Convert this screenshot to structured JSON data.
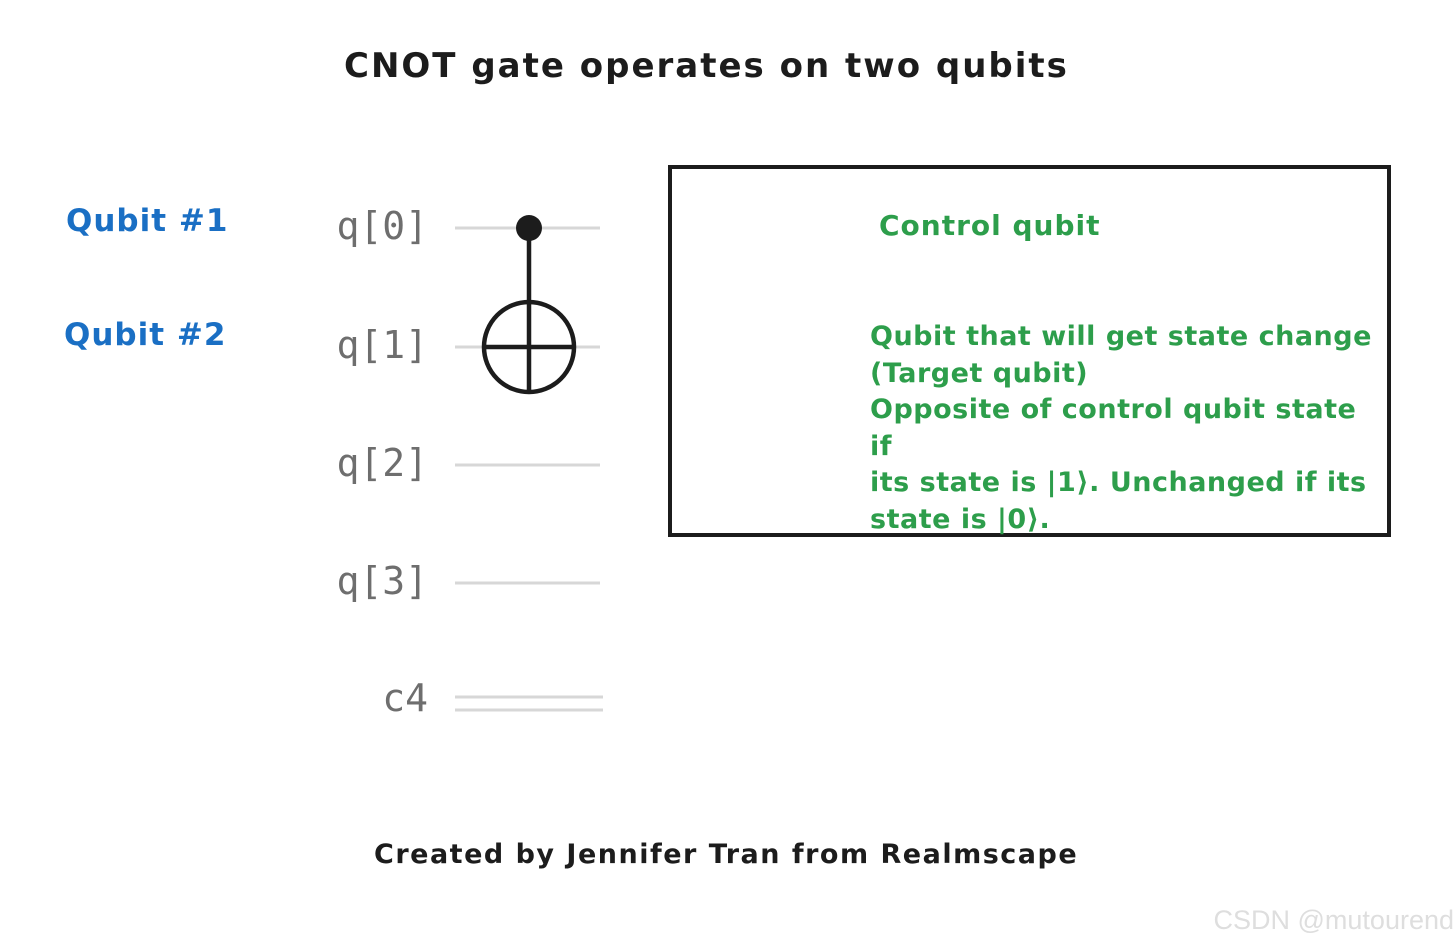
{
  "title": "CNOT gate operates on two qubits",
  "colors": {
    "blue": "#1a6fc4",
    "green": "#2d9e4b",
    "wire_gray": "#d7d7d7",
    "label_gray": "#6e6e6e",
    "ink": "#1c1c1c",
    "watermark_gray": "#dedede"
  },
  "left_labels": [
    {
      "text": "Qubit #1"
    },
    {
      "text": "Qubit #2"
    }
  ],
  "circuit": {
    "wire_labels": [
      "q[0]",
      "q[1]",
      "q[2]",
      "q[3]"
    ],
    "classical_label": "c4",
    "gate": "CNOT"
  },
  "annotations": {
    "control": "Control qubit",
    "target_lines": [
      "Qubit that will get state change",
      "(Target qubit)",
      "Opposite of control qubit state if",
      "its state is |1⟩. Unchanged if its",
      "state is |0⟩."
    ]
  },
  "credit": "Created by Jennifer Tran from Realmscape",
  "watermark": "CSDN @mutourend"
}
